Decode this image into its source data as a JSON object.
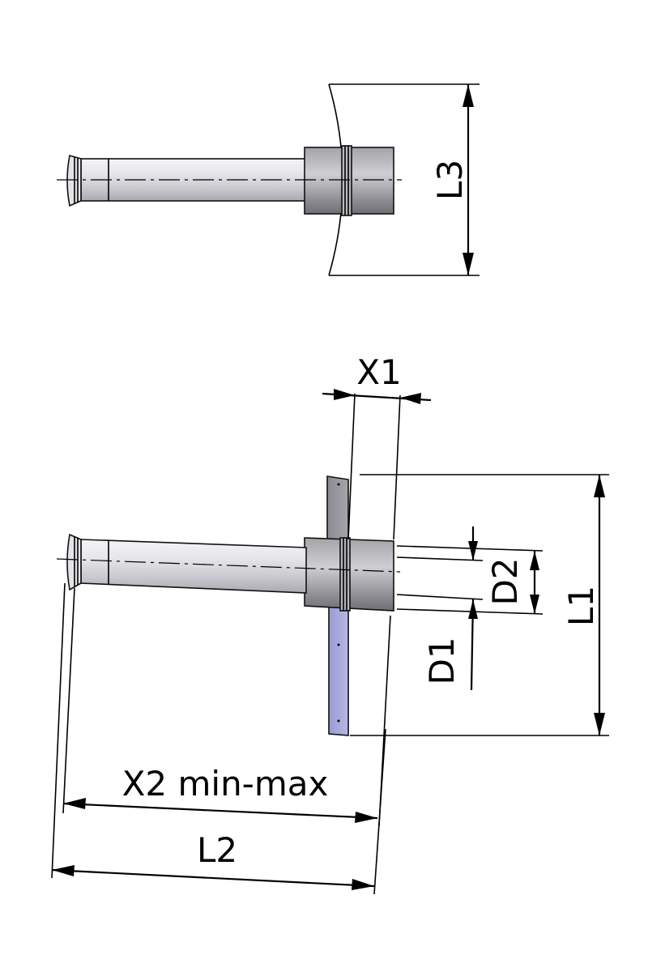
{
  "labels": {
    "l3": "L3",
    "x1": "X1",
    "d2": "D2",
    "l1": "L1",
    "d1": "D1",
    "x2": "X2 min-max",
    "l2": "L2"
  }
}
